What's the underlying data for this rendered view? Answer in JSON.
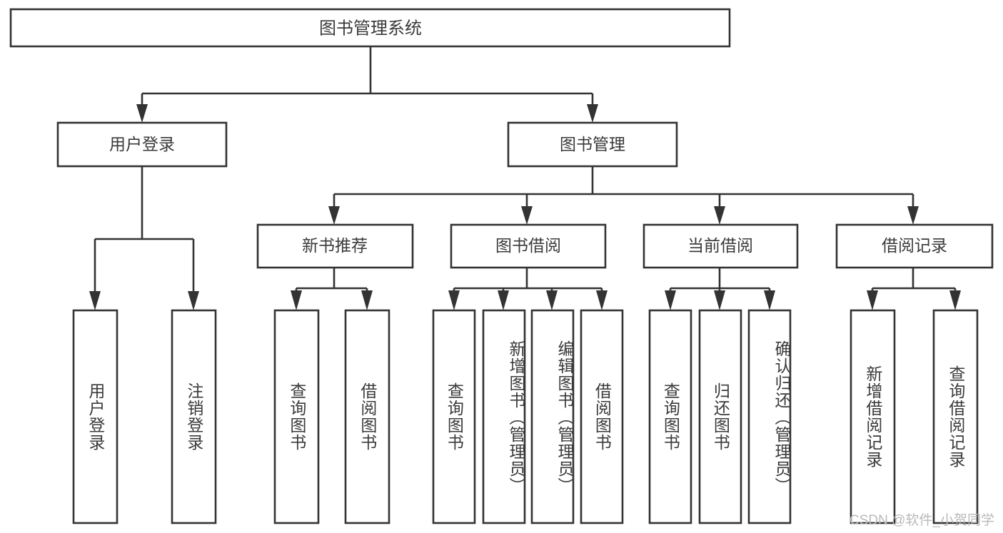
{
  "diagram": {
    "type": "tree-hierarchy",
    "title": "图书管理系统",
    "orientation": "top-down",
    "colors": {
      "box_stroke": "#333333",
      "box_fill": "#ffffff",
      "text": "#3a3a3a",
      "watermark": "#b9b9b9",
      "background": "#ffffff"
    },
    "levels": 4,
    "root": {
      "id": "root",
      "label": "图书管理系统"
    },
    "level2": [
      {
        "id": "user-login",
        "label": "用户登录"
      },
      {
        "id": "book-management",
        "label": "图书管理"
      }
    ],
    "level3": [
      {
        "id": "new-book-recommend",
        "label": "新书推荐",
        "parent": "book-management"
      },
      {
        "id": "book-borrow",
        "label": "图书借阅",
        "parent": "book-management"
      },
      {
        "id": "current-borrow",
        "label": "当前借阅",
        "parent": "book-management"
      },
      {
        "id": "borrow-record",
        "label": "借阅记录",
        "parent": "book-management"
      }
    ],
    "leaves": {
      "user-login": [
        {
          "id": "leaf-user-login",
          "label": "用户登录"
        },
        {
          "id": "leaf-logout",
          "label": "注销登录"
        }
      ],
      "new-book-recommend": [
        {
          "id": "leaf-query-book-1",
          "label": "查询图书"
        },
        {
          "id": "leaf-borrow-book-1",
          "label": "借阅图书"
        }
      ],
      "book-borrow": [
        {
          "id": "leaf-query-book-2",
          "label": "查询图书"
        },
        {
          "id": "leaf-add-book",
          "label": "新增图书（管理员）"
        },
        {
          "id": "leaf-edit-book",
          "label": "编辑图书（管理员）"
        },
        {
          "id": "leaf-borrow-book-2",
          "label": "借阅图书"
        }
      ],
      "current-borrow": [
        {
          "id": "leaf-query-book-3",
          "label": "查询图书"
        },
        {
          "id": "leaf-return-book",
          "label": "归还图书"
        },
        {
          "id": "leaf-confirm-return",
          "label": "确认归还（管理员）"
        }
      ],
      "borrow-record": [
        {
          "id": "leaf-add-record",
          "label": "新增借阅记录"
        },
        {
          "id": "leaf-query-record",
          "label": "查询借阅记录"
        }
      ]
    }
  },
  "watermark": {
    "text": "CSDN @软件_小贺同学"
  }
}
